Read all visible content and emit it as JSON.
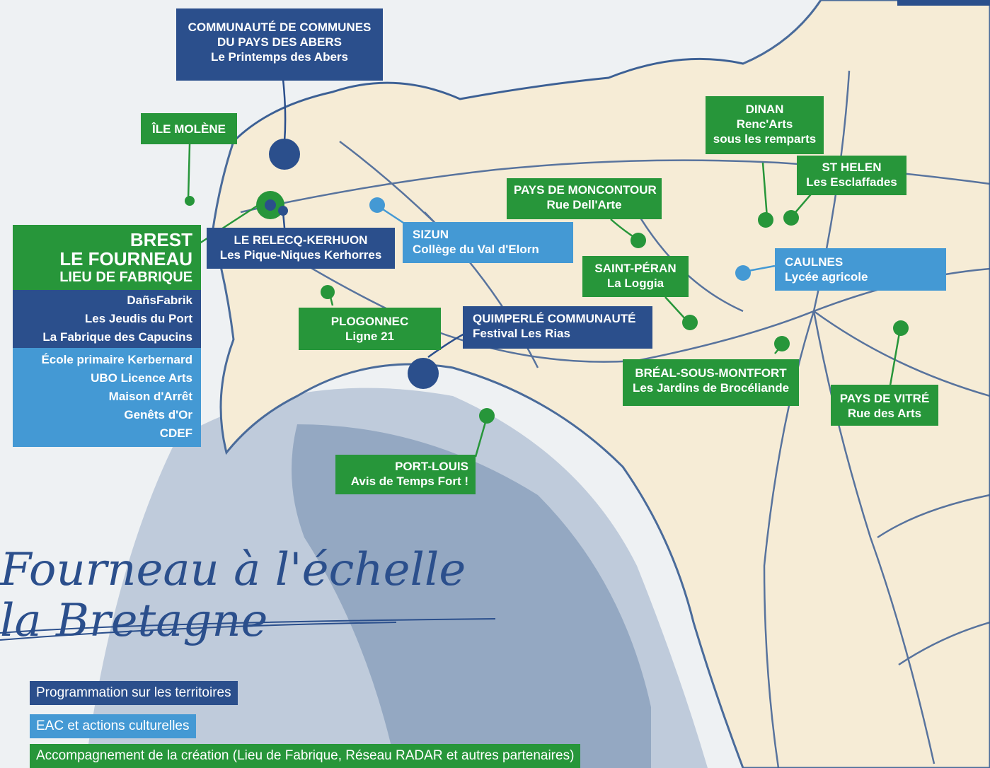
{
  "map_title": {
    "line1": "Fourneau à l'échelle",
    "line2": "la Bretagne"
  },
  "colors": {
    "green": "#27963a",
    "dark_blue": "#2b4f8c",
    "light_blue": "#4499d4",
    "land": "#f6ecd6",
    "sea": "#9fb2c9"
  },
  "brest": {
    "line1": "BREST",
    "line2": "LE FOURNEAU",
    "line3": "LIEU DE FABRIQUE",
    "programmation": [
      "DañsFabrik",
      "Les Jeudis du Port",
      "La Fabrique des Capucins"
    ],
    "eac": [
      "École primaire Kerbernard",
      "UBO Licence Arts",
      "Maison d'Arrêt",
      "Genêts d'Or",
      "CDEF"
    ]
  },
  "places": {
    "abers": {
      "l1": "COMMUNAUTÉ DE COMMUNES",
      "l2": "DU PAYS DES ABERS",
      "l3": "Le Printemps des Abers"
    },
    "molene": {
      "l1": "ÎLE MOLÈNE"
    },
    "relecq": {
      "l1": "LE RELECQ-KERHUON",
      "l2": "Les Pique-Niques Kerhorres"
    },
    "sizun": {
      "l1": "SIZUN",
      "l2": "Collège du Val d'Elorn"
    },
    "moncontour": {
      "l1": "PAYS DE MONCONTOUR",
      "l2": "Rue Dell'Arte"
    },
    "dinan": {
      "l1": "DINAN",
      "l2": "Renc'Arts",
      "l3": "sous les remparts"
    },
    "sthelen": {
      "l1": "ST HELEN",
      "l2": "Les Esclaffades"
    },
    "saintperan": {
      "l1": "SAINT-PÉRAN",
      "l2": "La Loggia"
    },
    "caulnes": {
      "l1": "CAULNES",
      "l2": "Lycée agricole"
    },
    "plogonnec": {
      "l1": "PLOGONNEC",
      "l2": "Ligne 21"
    },
    "quimperle": {
      "l1": "QUIMPERLÉ COMMUNAUTÉ",
      "l2": "Festival Les Rias"
    },
    "breal": {
      "l1": "BRÉAL-SOUS-MONTFORT",
      "l2": "Les Jardins de Brocéliande"
    },
    "vitre": {
      "l1": "PAYS DE VITRÉ",
      "l2": "Rue des Arts"
    },
    "portlouis": {
      "l1": "PORT-LOUIS",
      "l2": "Avis de Temps Fort !"
    }
  },
  "legend": {
    "programmation": "Programmation sur les territoires",
    "eac": "EAC et actions culturelles",
    "creation": "Accompagnement de la création (Lieu de Fabrique, Réseau RADAR et autres partenaires)"
  }
}
